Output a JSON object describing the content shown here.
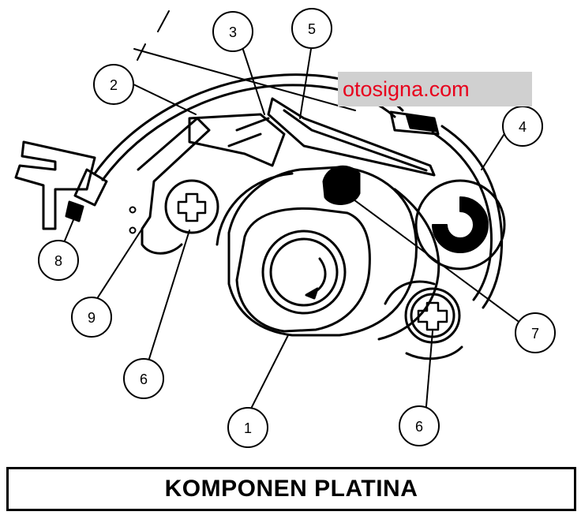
{
  "watermark": "otosigna.com",
  "caption": "KOMPONEN PLATINA",
  "callouts": {
    "c1": "1",
    "c2": "2",
    "c3": "3",
    "c4": "4",
    "c5": "5",
    "c6a": "6",
    "c6b": "6",
    "c7": "7",
    "c8": "8",
    "c9": "9"
  },
  "colors": {
    "watermark_bg": "#d0d0d0",
    "watermark_text": "#e8001c"
  }
}
